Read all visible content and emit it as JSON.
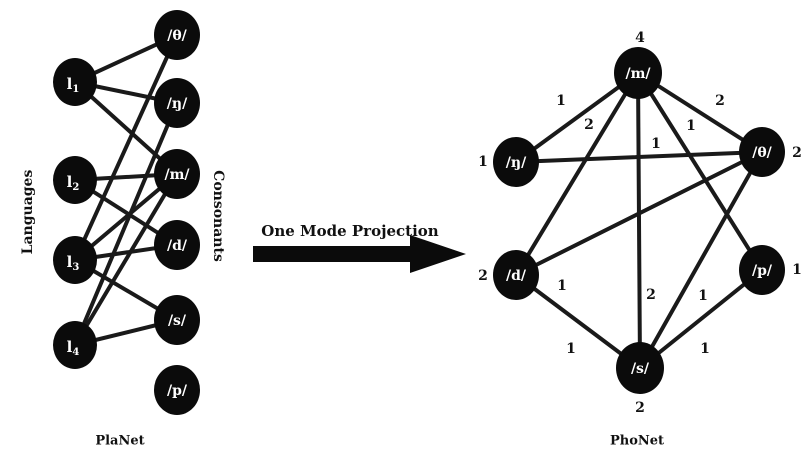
{
  "planet": {
    "caption": "PlaNet",
    "side_label_left": "Languages",
    "side_label_right": "Consonants",
    "languages": [
      {
        "id": "l1",
        "base": "l",
        "sub": "1"
      },
      {
        "id": "l2",
        "base": "l",
        "sub": "2"
      },
      {
        "id": "l3",
        "base": "l",
        "sub": "3"
      },
      {
        "id": "l4",
        "base": "l",
        "sub": "4"
      }
    ],
    "consonants": [
      {
        "id": "theta",
        "label": "/θ/"
      },
      {
        "id": "eng",
        "label": "/ŋ/"
      },
      {
        "id": "m",
        "label": "/m/"
      },
      {
        "id": "d",
        "label": "/d/"
      },
      {
        "id": "s",
        "label": "/s/"
      },
      {
        "id": "p",
        "label": "/p/"
      }
    ],
    "edges": [
      [
        "l1",
        "theta"
      ],
      [
        "l1",
        "eng"
      ],
      [
        "l1",
        "m"
      ],
      [
        "l2",
        "m"
      ],
      [
        "l2",
        "d"
      ],
      [
        "l3",
        "theta"
      ],
      [
        "l3",
        "m"
      ],
      [
        "l3",
        "d"
      ],
      [
        "l3",
        "s"
      ],
      [
        "l4",
        "eng"
      ],
      [
        "l4",
        "m"
      ],
      [
        "l4",
        "s"
      ]
    ]
  },
  "projection": {
    "label": "One Mode Projection"
  },
  "phonet": {
    "caption": "PhoNet",
    "nodes": [
      {
        "id": "m",
        "label": "/m/",
        "degree": "4"
      },
      {
        "id": "eng",
        "label": "/ŋ/",
        "degree": "1"
      },
      {
        "id": "theta",
        "label": "/θ/",
        "degree": "2"
      },
      {
        "id": "d",
        "label": "/d/",
        "degree": "2"
      },
      {
        "id": "p",
        "label": "/p/",
        "degree": "1"
      },
      {
        "id": "s",
        "label": "/s/",
        "degree": "2"
      }
    ],
    "edges": [
      {
        "from": "m",
        "to": "eng",
        "weight": "1"
      },
      {
        "from": "m",
        "to": "theta",
        "weight": "2"
      },
      {
        "from": "m",
        "to": "d",
        "weight": "2"
      },
      {
        "from": "m",
        "to": "s",
        "weight": "2"
      },
      {
        "from": "m",
        "to": "p",
        "weight": "1"
      },
      {
        "from": "eng",
        "to": "theta",
        "weight": "1"
      },
      {
        "from": "theta",
        "to": "d",
        "weight": "1"
      },
      {
        "from": "theta",
        "to": "s",
        "weight": "1"
      },
      {
        "from": "d",
        "to": "s",
        "weight": "1"
      },
      {
        "from": "p",
        "to": "s",
        "weight": "1"
      }
    ]
  }
}
